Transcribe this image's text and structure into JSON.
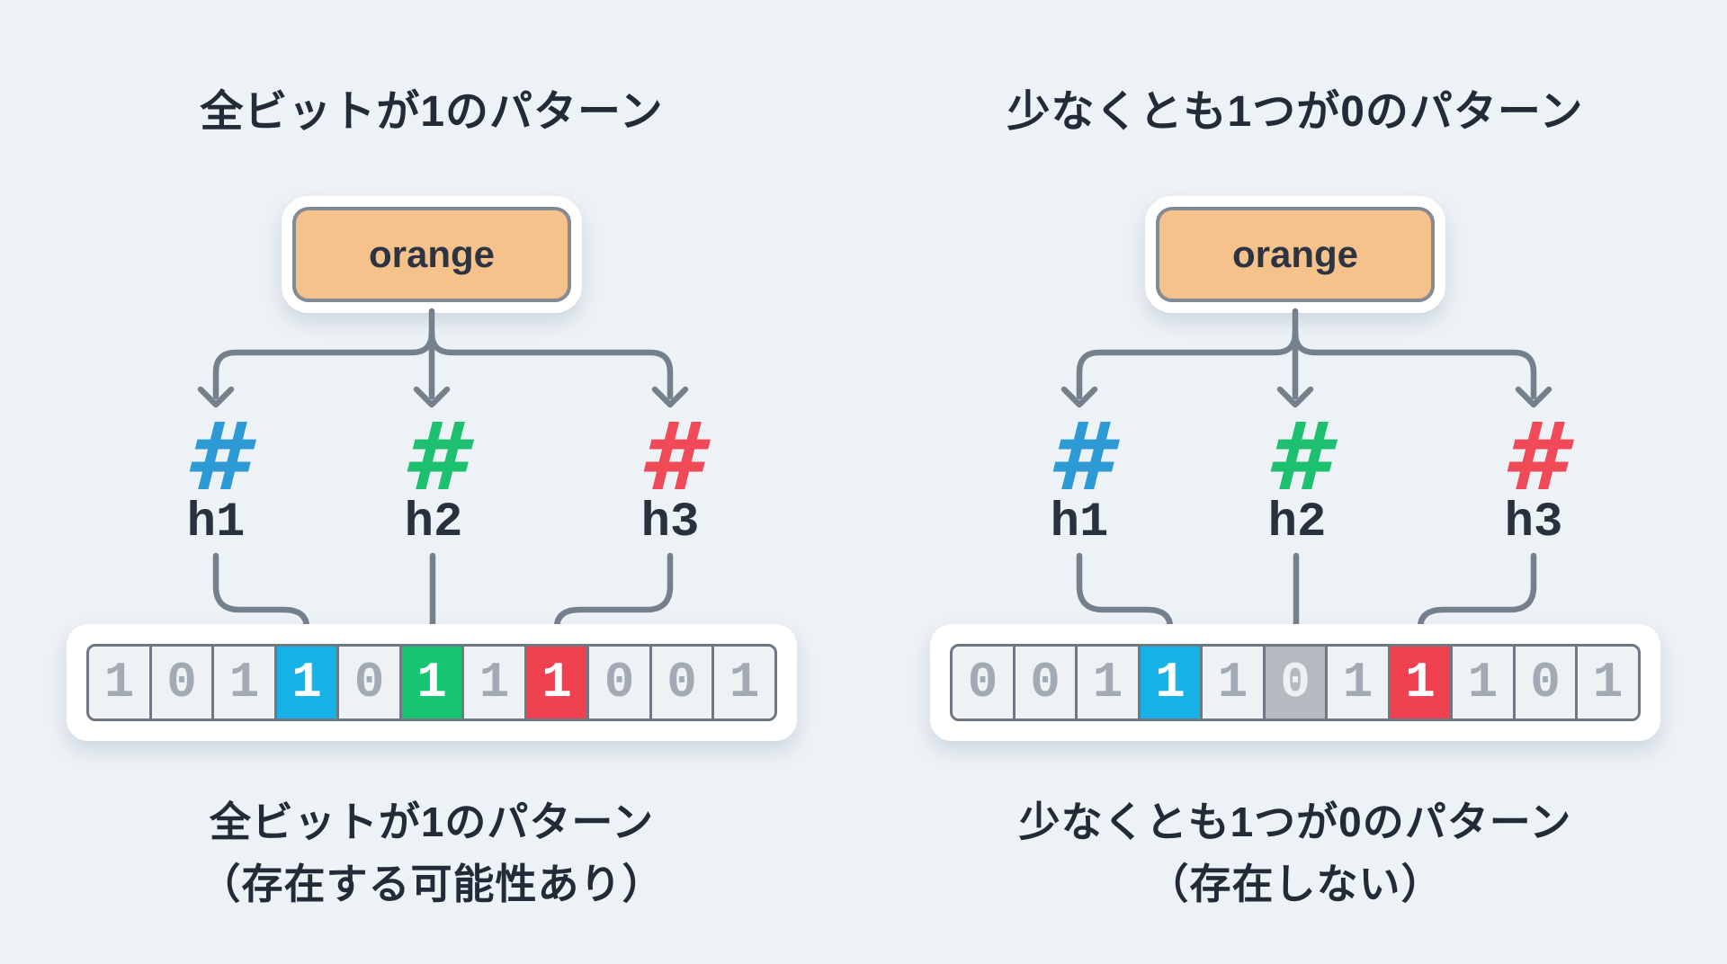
{
  "colors": {
    "background": "#edf2f6",
    "text_dark": "#222c38",
    "connector": "#74808c",
    "orange_fill": "#f6c28c",
    "orange_border": "#828a94",
    "cell_border": "#6d7884",
    "cell_bg": "#eef2f5",
    "cell_digit": "#a2aab4",
    "blue": "#17b2e6",
    "green": "#17c573",
    "red": "#ef4150",
    "gray": "#b5bac1",
    "gray_digit": "#eef0f3",
    "hash_blue": "#2d9ad6",
    "hash_green": "#1cc06e",
    "hash_red": "#f04a58",
    "highlight_digit": "#ffffff"
  },
  "hash_symbol": "#",
  "panels": [
    {
      "title": "全ビットが1のパターン",
      "word": "orange",
      "hashes": [
        {
          "label": "h1",
          "color_key": "hash_blue"
        },
        {
          "label": "h2",
          "color_key": "hash_green"
        },
        {
          "label": "h3",
          "color_key": "hash_red"
        }
      ],
      "bits": [
        "1",
        "0",
        "1",
        "1",
        "0",
        "1",
        "1",
        "1",
        "0",
        "0",
        "1"
      ],
      "highlights": {
        "3": "blue",
        "5": "green",
        "7": "red"
      },
      "caption": [
        "全ビットが1のパターン",
        "（存在する可能性あり）"
      ]
    },
    {
      "title": "少なくとも1つが0のパターン",
      "word": "orange",
      "hashes": [
        {
          "label": "h1",
          "color_key": "hash_blue"
        },
        {
          "label": "h2",
          "color_key": "hash_green"
        },
        {
          "label": "h3",
          "color_key": "hash_red"
        }
      ],
      "bits": [
        "0",
        "0",
        "1",
        "1",
        "1",
        "0",
        "1",
        "1",
        "1",
        "0",
        "1"
      ],
      "highlights": {
        "3": "blue",
        "5": "gray",
        "7": "red"
      },
      "caption": [
        "少なくとも1つが0のパターン",
        "（存在しない）"
      ]
    }
  ]
}
